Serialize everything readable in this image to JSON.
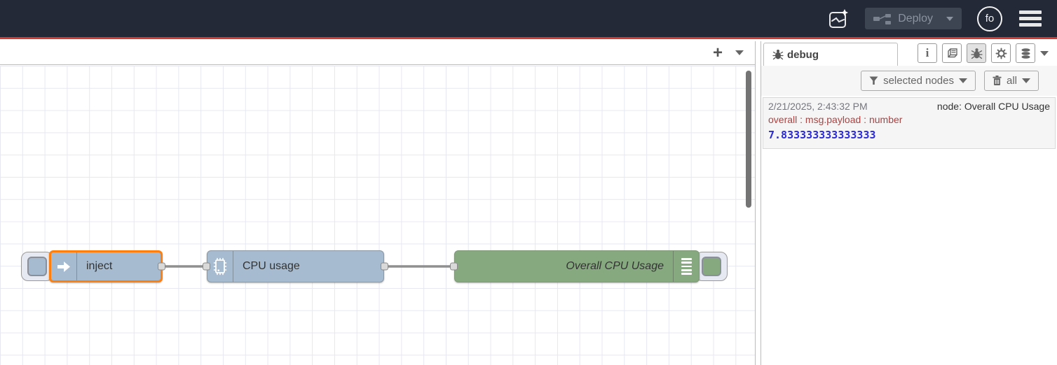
{
  "header": {
    "deploy": {
      "label": "Deploy"
    },
    "avatar": {
      "initials": "fo"
    }
  },
  "workspace": {
    "tabbar": {
      "add_flow_label": "+"
    },
    "nodes": [
      {
        "type": "inject",
        "label": "inject",
        "selected": true
      },
      {
        "type": "cpu",
        "label": "CPU usage",
        "selected": false
      },
      {
        "type": "debug",
        "label": "Overall CPU Usage",
        "selected": false
      }
    ]
  },
  "sidebar": {
    "tabs": {
      "active_label": "debug"
    },
    "toolbar": {
      "filter_label": "selected nodes",
      "clear_label": "all"
    },
    "messages": [
      {
        "timestamp": "2/21/2025, 2:43:32 PM",
        "node_label": "node: Overall CPU Usage",
        "property": "overall : msg.payload : number",
        "value": "7.833333333333333"
      }
    ]
  },
  "colors": {
    "header_bg": "#232937",
    "accent_red": "#d23b33",
    "selection_orange": "#ff7f0e",
    "node_blue": "#a6bbcf",
    "node_green": "#87a980",
    "debug_property_red": "#a94442",
    "debug_value_blue": "#2a2ad8"
  }
}
